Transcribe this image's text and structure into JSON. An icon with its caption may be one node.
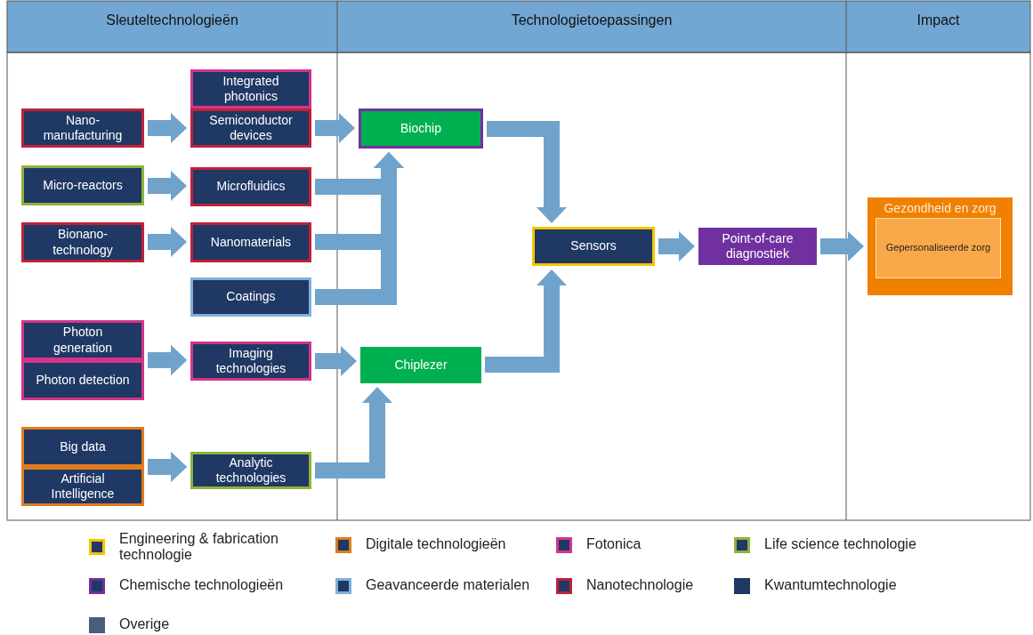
{
  "diagram": {
    "nodes": [
      {
        "text": [
          "Nano- manufacturing"
        ]
      },
      {
        "text": [
          "Integrated photonics"
        ]
      },
      {
        "text": [
          "Semiconductor devices"
        ]
      },
      {
        "text": [
          "Micro-reactors"
        ]
      },
      {
        "text": [
          "Microfluidics"
        ]
      },
      {
        "text": [
          "Bionano- technology"
        ]
      },
      {
        "text": [
          "Nanomaterials"
        ]
      },
      {
        "text": [
          "Coatings"
        ]
      },
      {
        "text": [
          "Photon generation"
        ]
      },
      {
        "text": [
          "Photon detection"
        ]
      },
      {
        "text": [
          "Imaging technologies"
        ]
      },
      {
        "text": [
          "Big data"
        ]
      },
      {
        "text": [
          "Artificial Intelligence"
        ]
      },
      {
        "text": [
          "Analytic technologies"
        ]
      },
      {
        "text": [
          "Biochip"
        ]
      },
      {
        "text": [
          "Chiplezer"
        ]
      },
      {
        "text": [
          "Sensors"
        ]
      },
      {
        "text": [
          "Point-of-care diagnostiek"
        ]
      },
      {
        "text": [
          "Gezondheid en zorg"
        ]
      },
      {
        "text": [
          "Gepersonaliseerde zorg"
        ],
        "in": 18
      }
    ],
    "edges": [
      {
        "from": 0,
        "to": 2,
        "arrow": "to"
      },
      {
        "from": 2,
        "to": 14,
        "arrow": "to"
      },
      {
        "from": 3,
        "to": 4,
        "arrow": "to"
      },
      {
        "from": 4,
        "to": 14,
        "arrow": "to"
      },
      {
        "from": 5,
        "to": 6,
        "arrow": "to"
      },
      {
        "from": 6,
        "to": 14,
        "arrow": "to"
      },
      {
        "from": 7,
        "to": 14,
        "arrow": "to"
      },
      {
        "from": 8,
        "to": 10,
        "arrow": "to"
      },
      {
        "from": 9,
        "to": 10,
        "arrow": "to"
      },
      {
        "from": 10,
        "to": 15,
        "arrow": "to"
      },
      {
        "from": 11,
        "to": 13,
        "arrow": "to"
      },
      {
        "from": 12,
        "to": 13,
        "arrow": "to"
      },
      {
        "from": 13,
        "to": 15,
        "arrow": "to"
      },
      {
        "from": 14,
        "to": 16,
        "arrow": "to"
      },
      {
        "from": 15,
        "to": 16,
        "arrow": "to"
      },
      {
        "from": 16,
        "to": 17,
        "arrow": "to"
      },
      {
        "from": 17,
        "to": 18,
        "arrow": "to"
      }
    ],
    "labels": [
      "Sleuteltechnologieën",
      "Technologietoepassingen",
      "Impact"
    ],
    "legend": [
      {
        "text": "Engineering & fabrication technologie",
        "color": "#f5c400"
      },
      {
        "text": "Digitale technologieën",
        "color": "#e07b20"
      },
      {
        "text": "Fotonica",
        "color": "#d6338a"
      },
      {
        "text": "Life science technologie",
        "color": "#8db33a"
      },
      {
        "text": "Chemische technologieën",
        "color": "#7030a0"
      },
      {
        "text": "Geavanceerde materialen",
        "color": "#7fb0d8"
      },
      {
        "text": "Nanotechnologie",
        "color": "#c0203a"
      },
      {
        "text": "Kwantumtechnologie",
        "color": "#1f3864"
      },
      {
        "text": "Overige",
        "color": "#4a5d7e"
      }
    ]
  }
}
